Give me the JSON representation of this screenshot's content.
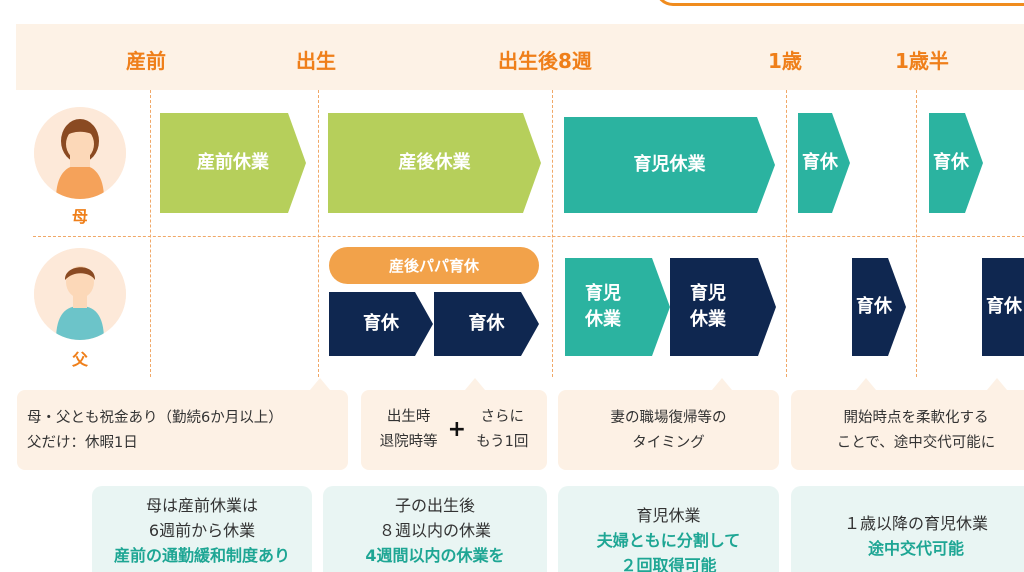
{
  "timeline": [
    "産前",
    "出生",
    "出生後8週",
    "1歳",
    "1歳半"
  ],
  "roles": {
    "mother": "母",
    "father": "父"
  },
  "mother_row": {
    "prenatal": "産前休業",
    "postnatal": "産後休業",
    "childcare": "育児休業",
    "leave_1": "育休",
    "leave_2": "育休"
  },
  "father_row": {
    "papa_pill": "産後パパ育休",
    "leave_a": "育休",
    "leave_b": "育休",
    "split_1": "育児\n休業",
    "split_2": "育児\n休業",
    "leave_c": "育休",
    "leave_d": "育休"
  },
  "notes": {
    "n1_line1": "母・父とも祝金あり（勤続6か月以上）",
    "n1_line2": "父だけ：休暇1日",
    "n2_left_1": "出生時",
    "n2_left_2": "退院時等",
    "n2_plus": "+",
    "n2_right_1": "さらに",
    "n2_right_2": "もう1回",
    "n3_line1": "妻の職場復帰等の",
    "n3_line2": "タイミング",
    "n4_line1": "開始時点を柔軟化する",
    "n4_line2": "ことで、途中交代可能に"
  },
  "info": {
    "c1_l1": "母は産前休業は",
    "c1_l2": "6週前から休業",
    "c1_l3": "産前の通勤緩和制度あり",
    "c2_l1": "子の出生後",
    "c2_l2": "８週以内の休業",
    "c2_l3": "4週間以内の休業を",
    "c3_l1": "育児休業",
    "c3_l2": "夫婦ともに分割して",
    "c3_l3": "２回取得可能",
    "c4_l1": "１歳以降の育児休業",
    "c4_l2": "途中交代可能"
  },
  "colors": {
    "accent": "#ef7f1a",
    "green": "#b6cf5b",
    "teal": "#2bb3a0",
    "navy": "#0f2750",
    "pill": "#f2a24a"
  }
}
